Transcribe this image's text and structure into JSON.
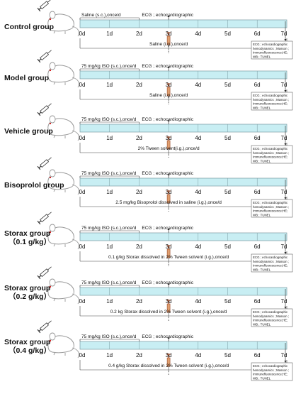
{
  "days": [
    "0d",
    "1d",
    "2d",
    "3d",
    "4d",
    "5d",
    "6d",
    "7d"
  ],
  "ecg_label": "ECG ; echocardiographic",
  "endpoint_lines": [
    "ECG ; echocardiographic",
    "hemodynamics ; Masson ;",
    "Immunofluorescence;HE;",
    "WB ; TUNEL"
  ],
  "colors": {
    "timeline_fill": "#c8eef3",
    "timeline_stroke": "#7a9aa0",
    "syringe_barrel": "#e0a070",
    "syringe_plunger": "#9a4a2a",
    "mouse_outline": "#999999",
    "mouse_eye": "#d01010"
  },
  "icons": [
    "mouse-icon",
    "syringe-icon",
    "oral-gavage-syringe-icon",
    "arrow-icon"
  ],
  "groups": [
    {
      "name": "Control group",
      "dose": "",
      "injection": "Saline (s.c.),once/d",
      "treatment": "Saline (i.g.),once/d"
    },
    {
      "name": "Model group",
      "dose": "",
      "injection": "75 mg/kg ISO (s.c.),once/d",
      "treatment": "Saline (i.g.),once/d"
    },
    {
      "name": "Vehicle group",
      "dose": "",
      "injection": "75 mg/kg ISO (s.c.),once/d",
      "treatment": "2% Tween solvent(i.g.),once/d"
    },
    {
      "name": "Bisoprolol group",
      "dose": "",
      "injection": "75 mg/kg ISO (s.c.),once/d",
      "treatment": "2.5 mg/kg Bisoprolol dissolved in saline (i.g.),once/d"
    },
    {
      "name": "Storax group",
      "dose": "（0.1 g/kg）",
      "injection": "75 mg/kg ISO (s.c.),once/d",
      "treatment": "0.1 g/kg Storax dissolved in 2% Tween solvent (i.g.),once/d"
    },
    {
      "name": "Storax group",
      "dose": "（0.2 g/kg）",
      "injection": "75 mg/kg ISO (s.c.),once/d",
      "treatment": "0.2 kg Storax dissolved in 2% Tween solvent (i.g.),once/d"
    },
    {
      "name": "Storax group",
      "dose": "（0.4 g/kg）",
      "injection": "75 mg/kg ISO (s.c.),once/d",
      "treatment": "0.4 g/kg Storax dissolved in 2% Tween solvent (i.g.),once/d"
    }
  ]
}
